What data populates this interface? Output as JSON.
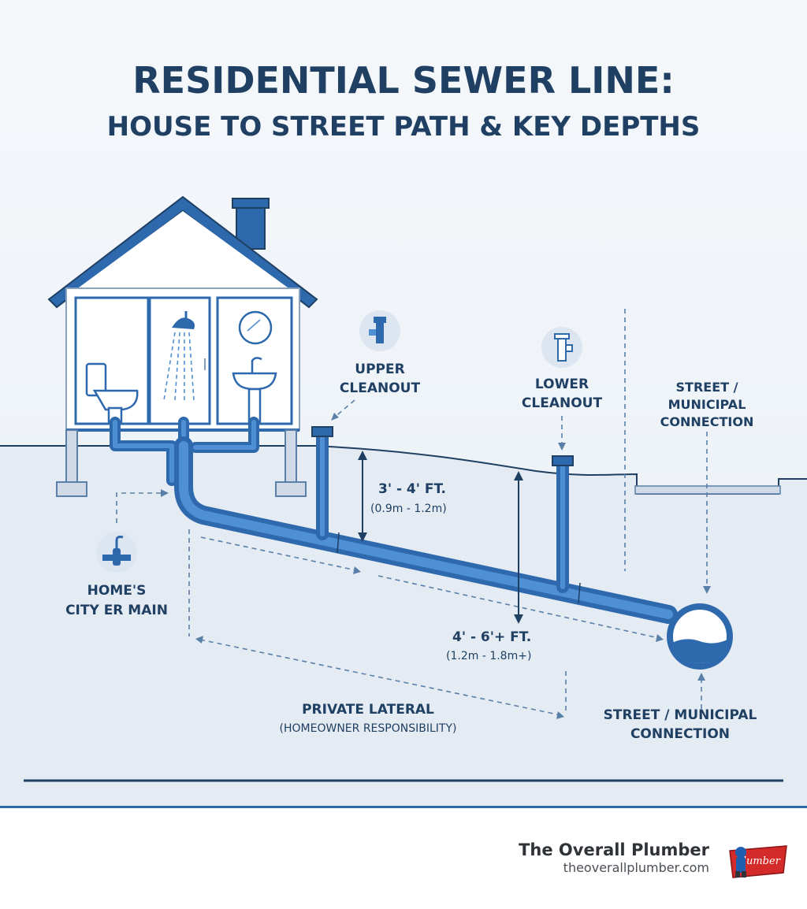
{
  "title": {
    "line1": "RESIDENTIAL SEWER LINE:",
    "line2": "HOUSE TO STREET PATH & KEY DEPTHS"
  },
  "labels": {
    "upper_cleanout": [
      "UPPER",
      "CLEANOUT"
    ],
    "lower_cleanout": [
      "LOWER",
      "CLEANOUT"
    ],
    "street_connection_top": [
      "STREET /",
      "MUNICIPAL",
      "CONNECTION"
    ],
    "depth_upper": "3' - 4' FT.",
    "depth_upper_metric": "(0.9m - 1.2m)",
    "depth_lower": "4' - 6'+ FT.",
    "depth_lower_metric": "(1.2m - 1.8m+)",
    "home_main": [
      "HOME'S",
      "CITY ER MAIN"
    ],
    "private_lateral": "PRIVATE LATERAL",
    "private_lateral_sub": "(HOMEOWNER RESPONSIBILITY)",
    "street_connection_bottom": [
      "STREET / MUNICIPAL",
      "CONNECTION"
    ]
  },
  "footer": {
    "brand": "The Overall Plumber",
    "url": "theoverallplumber.com",
    "logo_text": "Plumber"
  },
  "icons": [
    "house-icon",
    "toilet-icon",
    "shower-icon",
    "sink-icon",
    "mirror-icon",
    "cleanout-icon",
    "valve-icon",
    "plumber-logo"
  ],
  "colors": {
    "primary": "#2e69ad",
    "title": "#1f3f63",
    "ground": "#e6ecf3",
    "sky": "#f0f4f8"
  }
}
